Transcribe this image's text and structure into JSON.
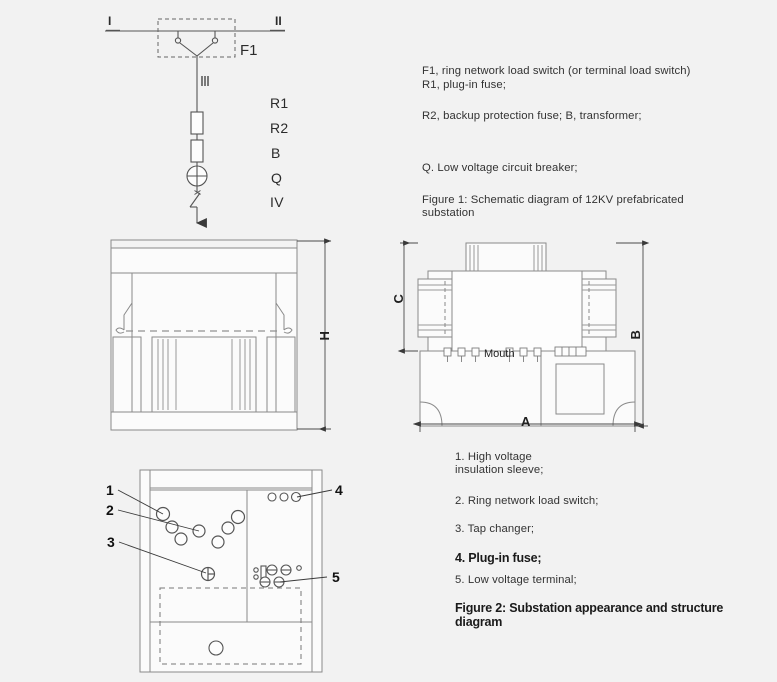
{
  "background_color": "#f2f2f2",
  "line_color": "#8a8a8a",
  "dark_line_color": "#4a4a4a",
  "schematic": {
    "bus_left_label": "I",
    "bus_right_label": "II",
    "switch_label": "F1",
    "branch_label": "III",
    "outlet_label": "IV",
    "component_labels": [
      "R1",
      "R2",
      "B",
      "Q",
      "IV"
    ],
    "labels": {
      "r1": "R1",
      "r2": "R2",
      "b": "B",
      "q": "Q",
      "iv": "IV"
    }
  },
  "legend_figure1": {
    "line1": "F1, ring network load switch (or terminal load switch)",
    "line2": "R1, plug-in fuse;",
    "line3": "R2, backup protection fuse; B, transformer;",
    "line4": "Q. Low voltage circuit breaker;",
    "caption_line1": "Figure 1: Schematic diagram of 12KV prefabricated",
    "caption_line2": "substation"
  },
  "legend_figure2": {
    "item1_line1": "1. High voltage",
    "item1_line2": "insulation sleeve;",
    "item2": "2. Ring network load switch;",
    "item3": "3. Tap changer;",
    "item4": "4. Plug-in fuse;",
    "item5": "5. Low voltage terminal;",
    "caption_line1": "Figure 2: Substation appearance and structure",
    "caption_line2": "diagram"
  },
  "front_view": {
    "dimension_h": "H"
  },
  "side_view": {
    "dimension_a": "A",
    "dimension_b": "B",
    "dimension_c": "C",
    "mouth_label": "Mouth"
  },
  "plan_view": {
    "callouts": [
      "1",
      "2",
      "3",
      "4",
      "5"
    ],
    "callout_1": "1",
    "callout_2": "2",
    "callout_3": "3",
    "callout_4": "4",
    "callout_5": "5"
  }
}
